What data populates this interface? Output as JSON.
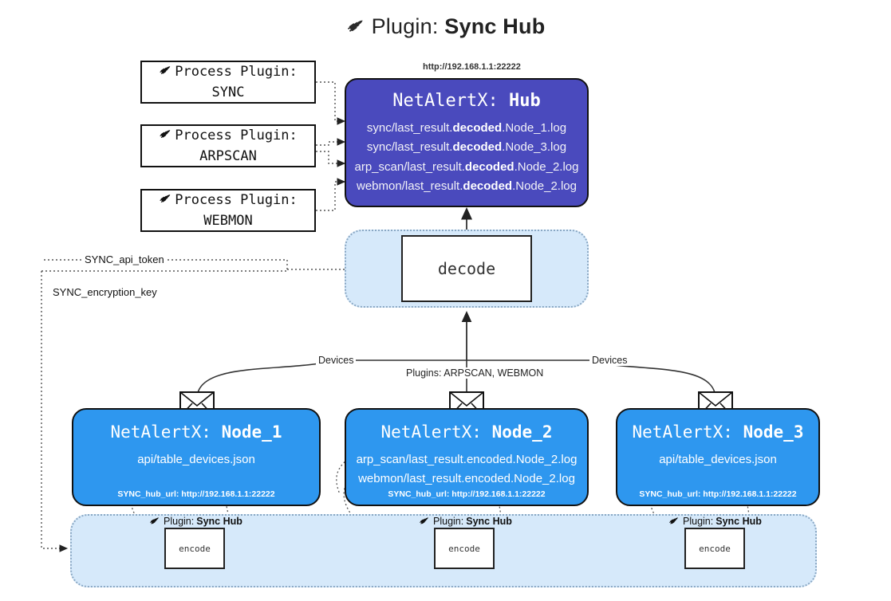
{
  "header": {
    "icon": "plug-icon",
    "label": "Plugin:",
    "name": "Sync Hub"
  },
  "process_plugins": [
    {
      "icon": "plug-icon",
      "label": "Process Plugin:",
      "name": "SYNC"
    },
    {
      "icon": "plug-icon",
      "label": "Process Plugin:",
      "name": "ARPSCAN"
    },
    {
      "icon": "plug-icon",
      "label": "Process Plugin:",
      "name": "WEBMON"
    }
  ],
  "hub": {
    "url": "http://192.168.1.1:22222",
    "title_prefix": "NetAlertX:",
    "title_name": "Hub",
    "logs": [
      {
        "pre": "sync/last_result.",
        "mid": "decoded",
        "post": ".Node_1.log"
      },
      {
        "pre": "sync/last_result.",
        "mid": "decoded",
        "post": ".Node_3.log"
      },
      {
        "pre": "arp_scan/last_result.",
        "mid": "decoded",
        "post": ".Node_2.log"
      },
      {
        "pre": "webmon/last_result.",
        "mid": "decoded",
        "post": ".Node_2.log"
      }
    ]
  },
  "decode": {
    "label": "decode"
  },
  "settings": {
    "api_token": "SYNC_api_token",
    "encryption_key": "SYNC_encryption_key"
  },
  "edges": {
    "devices_left": "Devices",
    "devices_right": "Devices",
    "plugins_center": "Plugins: ARPSCAN, WEBMON"
  },
  "nodes": [
    {
      "title_prefix": "NetAlertX:",
      "title_name": "Node_1",
      "lines": [
        "api/table_devices.json"
      ],
      "hub_url": "SYNC_hub_url: http://192.168.1.1:22222",
      "envelope_icon": "envelope-icon"
    },
    {
      "title_prefix": "NetAlertX:",
      "title_name": "Node_2",
      "lines": [
        "arp_scan/last_result.encoded.Node_2.log",
        "webmon/last_result.encoded.Node_2.log"
      ],
      "hub_url": "SYNC_hub_url: http://192.168.1.1:22222",
      "envelope_icon": "envelope-icon"
    },
    {
      "title_prefix": "NetAlertX:",
      "title_name": "Node_3",
      "lines": [
        "api/table_devices.json"
      ],
      "hub_url": "SYNC_hub_url: http://192.168.1.1:22222",
      "envelope_icon": "envelope-icon"
    }
  ],
  "encoders": [
    {
      "icon": "plug-icon",
      "label": "Plugin:",
      "name": "Sync Hub",
      "box": "encode"
    },
    {
      "icon": "plug-icon",
      "label": "Plugin:",
      "name": "Sync Hub",
      "box": "encode"
    },
    {
      "icon": "plug-icon",
      "label": "Plugin:",
      "name": "Sync Hub",
      "box": "encode"
    }
  ],
  "colors": {
    "hub_bg": "#4a4abd",
    "node_bg": "#2e97ef",
    "shell_bg": "#d6e9fa",
    "shell_border": "#8aa8c4",
    "line": "#333333"
  }
}
